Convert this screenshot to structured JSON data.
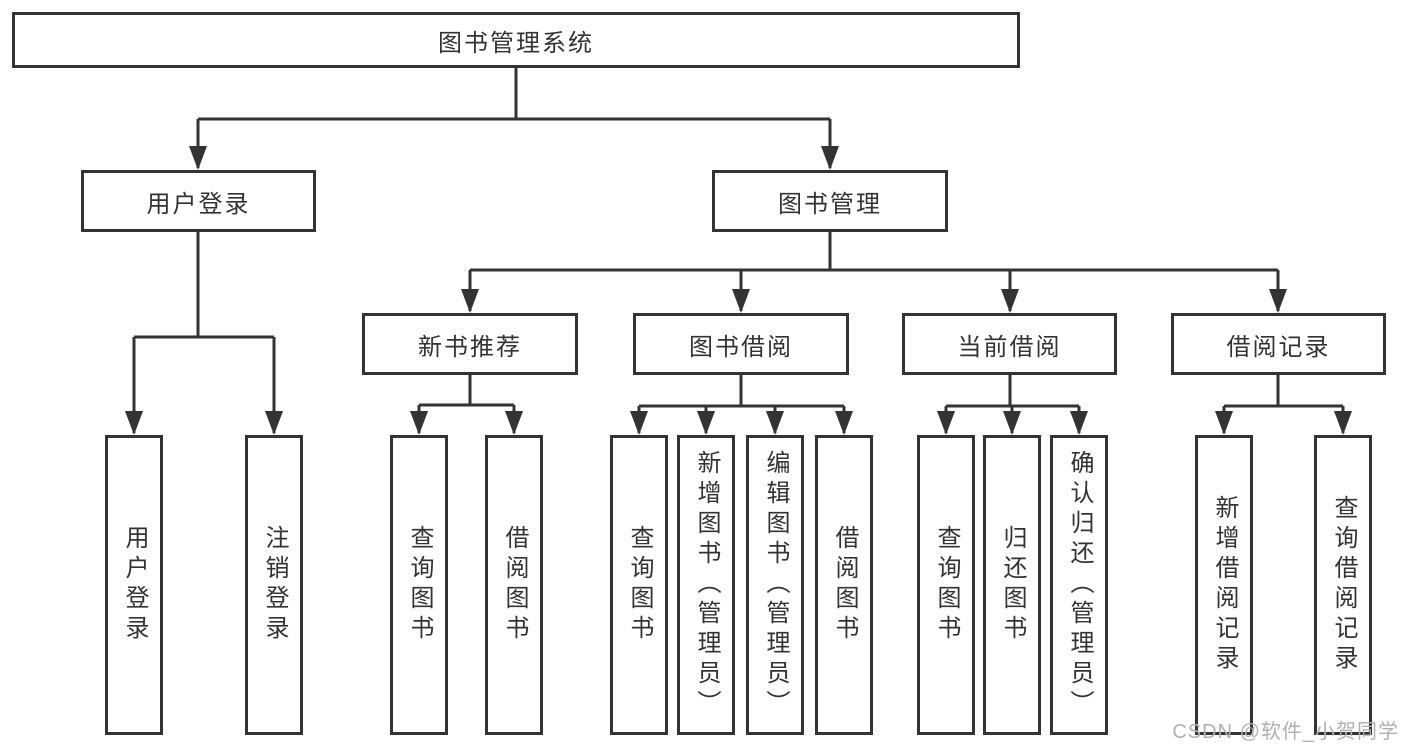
{
  "tree": {
    "root": {
      "label": "图书管理系统"
    },
    "branches": [
      {
        "label": "用户登录",
        "leaves": [
          {
            "label": "用户登录"
          },
          {
            "label": "注销登录"
          }
        ]
      },
      {
        "label": "图书管理",
        "groups": [
          {
            "label": "新书推荐",
            "leaves": [
              {
                "label": "查询图书"
              },
              {
                "label": "借阅图书"
              }
            ]
          },
          {
            "label": "图书借阅",
            "leaves": [
              {
                "label": "查询图书"
              },
              {
                "label": "新增图书（管理员）"
              },
              {
                "label": "编辑图书（管理员）"
              },
              {
                "label": "借阅图书"
              }
            ]
          },
          {
            "label": "当前借阅",
            "leaves": [
              {
                "label": "查询图书"
              },
              {
                "label": "归还图书"
              },
              {
                "label": "确认归还（管理员）"
              }
            ]
          },
          {
            "label": "借阅记录",
            "leaves": [
              {
                "label": "新增借阅记录"
              },
              {
                "label": "查询借阅记录"
              }
            ]
          }
        ]
      }
    ]
  },
  "watermark": {
    "text": "CSDN @软件_小贺同学"
  },
  "colors": {
    "line": "#333333",
    "box_border": "#333333",
    "box_fill": "#ffffff",
    "text": "#333333",
    "watermark": "#b0b0b0"
  }
}
